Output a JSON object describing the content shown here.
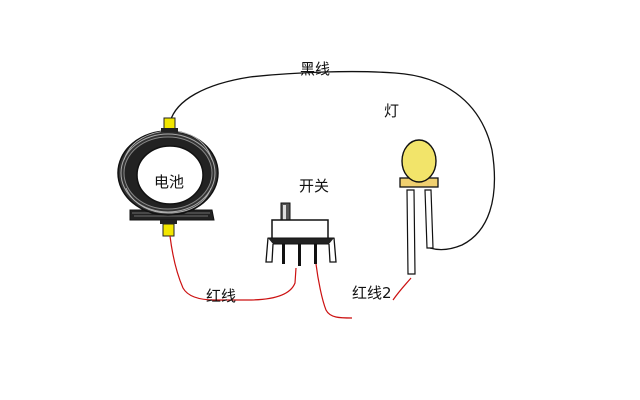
{
  "labels": {
    "black_wire": "黑线",
    "lamp": "灯",
    "battery": "电池",
    "switch": "开关",
    "red_wire": "红线",
    "red_wire_2": "红线2"
  },
  "colors": {
    "black_wire": "#111111",
    "red_wire": "#cc1111",
    "terminal": "#f2e600",
    "bulb": "#f2e46a",
    "lamp_base": "#f0d070"
  }
}
